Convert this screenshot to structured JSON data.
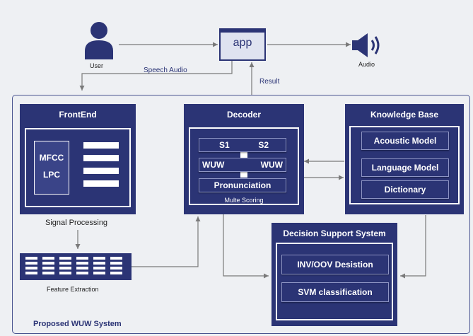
{
  "user": {
    "label": "User",
    "icon": "user-icon"
  },
  "app": {
    "label": "app"
  },
  "audio": {
    "label": "Audio",
    "icon": "speaker-icon"
  },
  "flow": {
    "speech_audio": "Speech Audio",
    "result": "Result"
  },
  "system": {
    "label": "Proposed WUW System"
  },
  "frontend": {
    "title": "FrontEnd",
    "features": [
      "MFCC",
      "LPC"
    ],
    "caption": "Signal Processing"
  },
  "feature_extraction": {
    "caption": "Feature Extraction"
  },
  "decoder": {
    "title": "Decoder",
    "s1": "S1",
    "s2": "S2",
    "wuw_left": "WUW",
    "wuw_right": "WUW",
    "pronunciation": "Pronunciation",
    "caption": "Multe Scoring"
  },
  "knowledge_base": {
    "title": "Knowledge Base",
    "items": [
      "Acoustic Model",
      "Language Model",
      "Dictionary"
    ]
  },
  "decision_support": {
    "title": "Decision Support System",
    "items": [
      "INV/OOV  Desistion",
      "SVM classification"
    ]
  },
  "colors": {
    "navy": "#2b3475",
    "border": "#4a5590",
    "arrow": "#7a7a7a",
    "background": "#eef0f3"
  }
}
